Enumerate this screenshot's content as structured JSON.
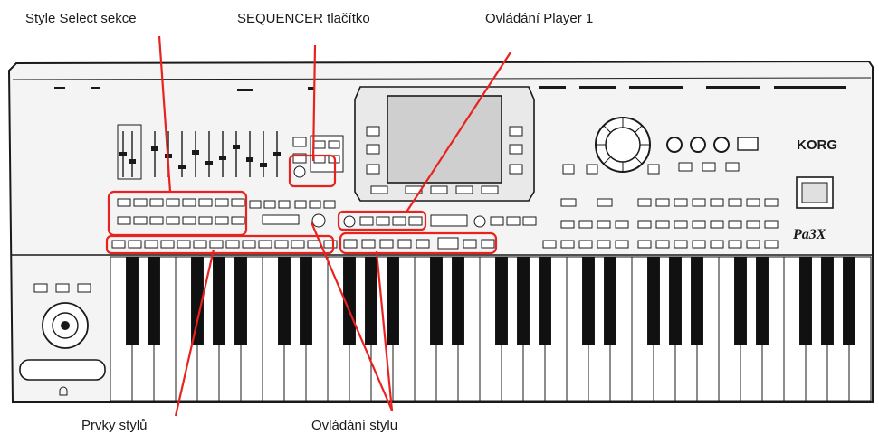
{
  "callouts": {
    "style_select": "Style Select sekce",
    "sequencer": "SEQUENCER tlačítko",
    "player1": "Ovládání Player 1",
    "style_elements": "Prvky stylů",
    "style_controls": "Ovládání stylu"
  },
  "brand": {
    "maker": "KORG",
    "model": "Pa3X"
  },
  "colors": {
    "annotation": "#e8231f",
    "ink": "#1a1a1a",
    "panel": "#f4f4f4",
    "key_white": "#ffffff",
    "key_black": "#111111"
  }
}
